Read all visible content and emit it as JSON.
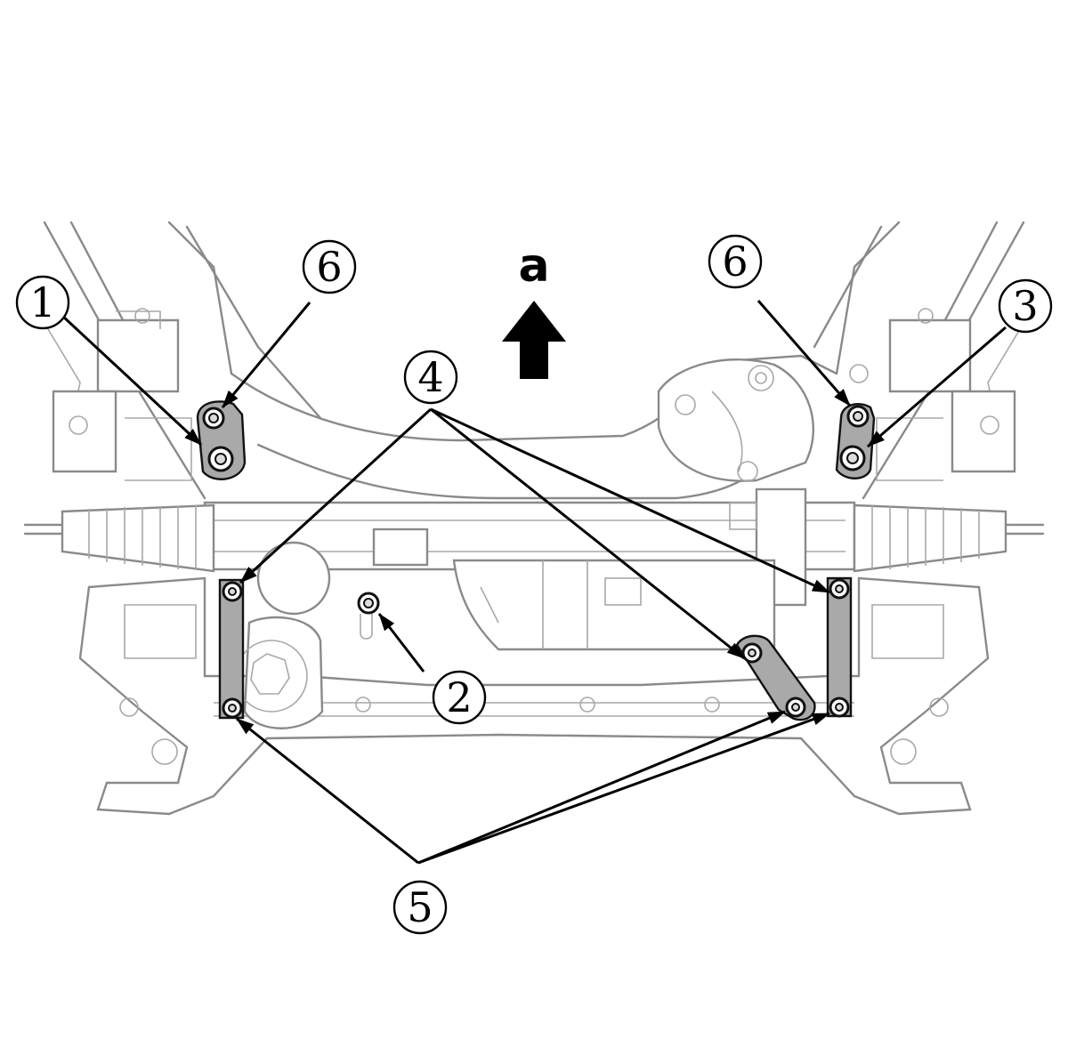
{
  "direction": {
    "letter": "a"
  },
  "callouts": [
    {
      "id": "1",
      "label": "1"
    },
    {
      "id": "2",
      "label": "2"
    },
    {
      "id": "3",
      "label": "3"
    },
    {
      "id": "4",
      "label": "4"
    },
    {
      "id": "5",
      "label": "5"
    },
    {
      "id": "6-left",
      "label": "6"
    },
    {
      "id": "6-right",
      "label": "6"
    }
  ]
}
